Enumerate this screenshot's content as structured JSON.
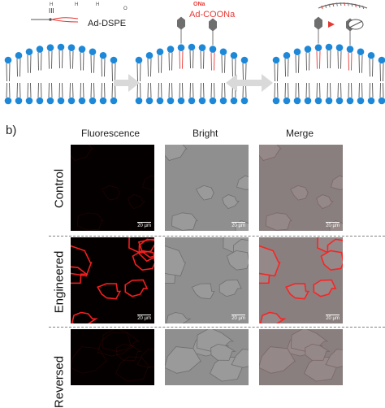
{
  "schematic": {
    "label_left_top": "III",
    "label_left": "Ad-DSPE",
    "label_right_top": "ONa",
    "label_right": "Ad-COONa",
    "head_color": "#1e88d8",
    "highlight_color": "#e53935"
  },
  "panel_b": {
    "letter": "b)",
    "columns": [
      "Fluorescence",
      "Bright",
      "Merge"
    ],
    "rows": [
      {
        "label": "Control",
        "intensity": 0.12
      },
      {
        "label": "Engineered",
        "intensity": 0.95
      },
      {
        "label": "Reversed",
        "intensity": 0.12
      }
    ],
    "scale_bar": "20 µm"
  }
}
